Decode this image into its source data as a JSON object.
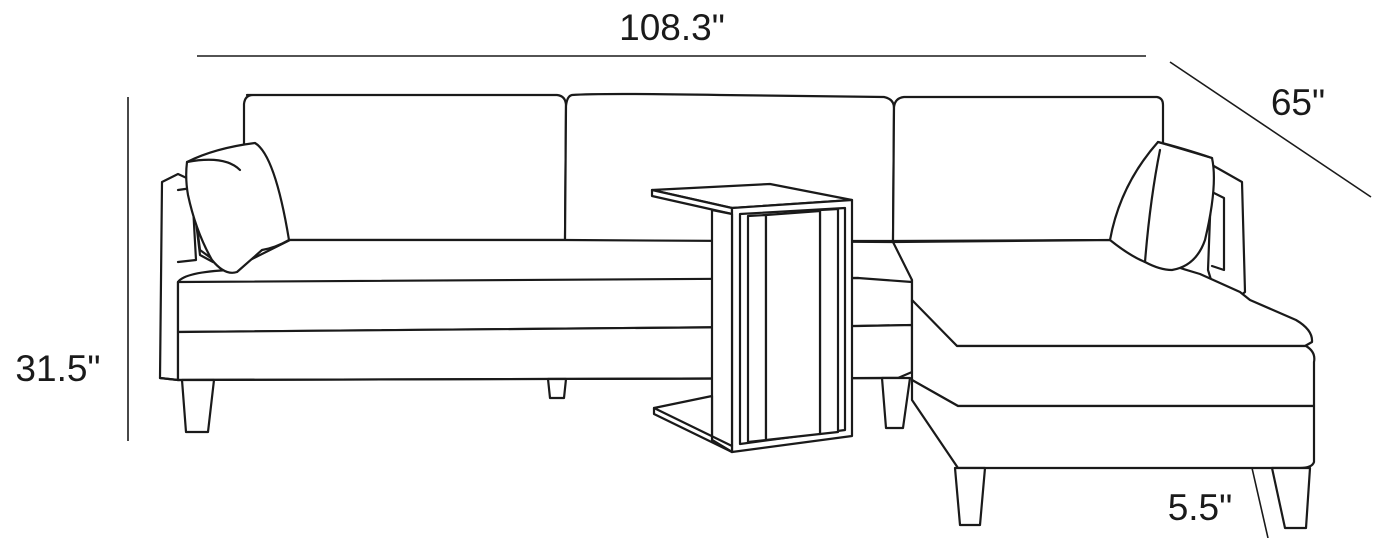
{
  "dimensions": {
    "width": "108.3\"",
    "depth": "65\"",
    "height": "31.5\"",
    "leg_height": "5.5\""
  },
  "colors": {
    "line": "#1a1a1a",
    "background": "#ffffff"
  }
}
